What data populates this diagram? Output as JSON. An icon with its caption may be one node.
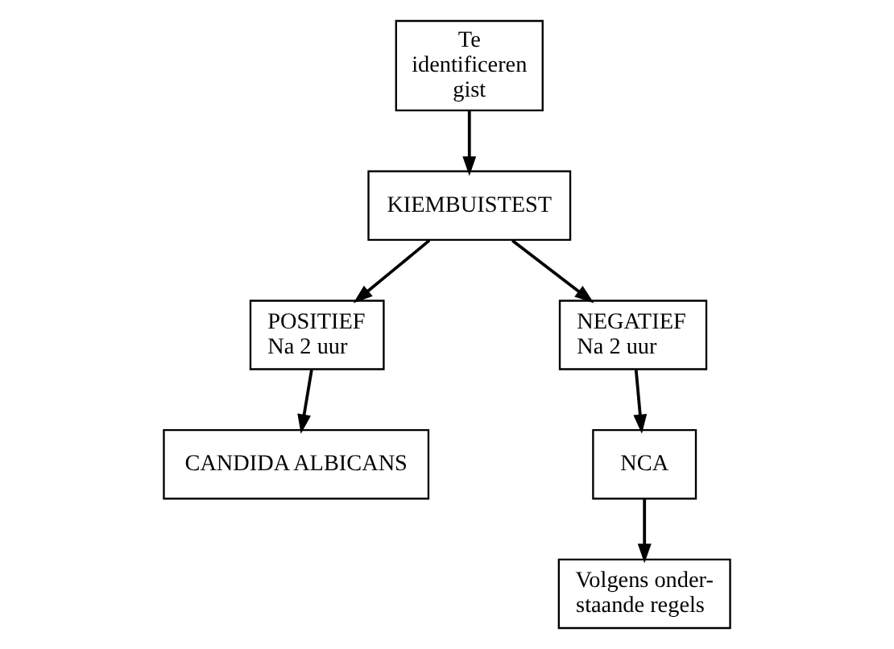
{
  "diagram": {
    "nodes": [
      {
        "text": [
          "Te identificeren gist"
        ]
      },
      {
        "text": [
          "KIEMBUISTEST"
        ]
      },
      {
        "text": [
          "POSITIEF",
          "Na 2 uur"
        ]
      },
      {
        "text": [
          "NEGATIEF",
          "Na 2 uur"
        ]
      },
      {
        "text": [
          "CANDIDA ALBICANS"
        ]
      },
      {
        "text": [
          "NCA"
        ]
      },
      {
        "text": [
          "Volgens onder- staande regels"
        ]
      }
    ],
    "edges": [
      {
        "from": 0,
        "to": 1,
        "arrow": "to"
      },
      {
        "from": 1,
        "to": 2,
        "arrow": "to"
      },
      {
        "from": 1,
        "to": 3,
        "arrow": "to"
      },
      {
        "from": 2,
        "to": 4,
        "arrow": "to"
      },
      {
        "from": 3,
        "to": 5,
        "arrow": "to"
      },
      {
        "from": 5,
        "to": 6,
        "arrow": "to"
      }
    ]
  }
}
